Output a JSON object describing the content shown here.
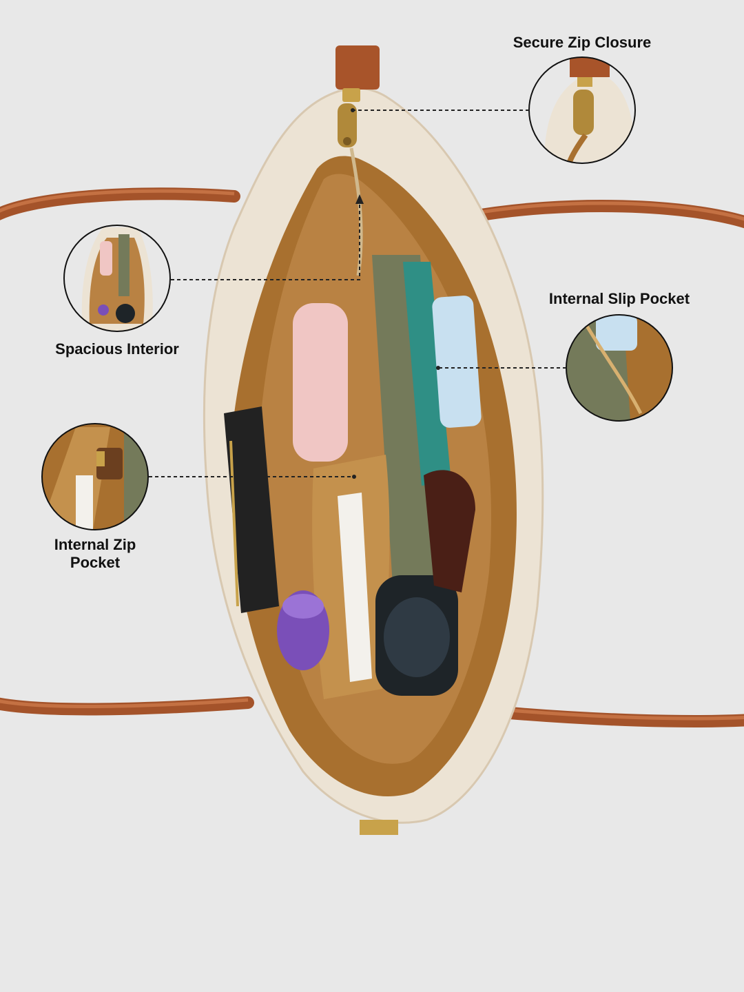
{
  "callouts": {
    "zip_closure": "Secure Zip Closure",
    "spacious_interior": "Spacious Interior",
    "slip_pocket": "Internal Slip Pocket",
    "zip_pocket_line1": "Internal Zip",
    "zip_pocket_line2": "Pocket"
  },
  "colors": {
    "background": "#e8e8e8",
    "handle_tan": "#a8542a",
    "bag_cream": "#ece3d4",
    "lining_brown": "#a8702f",
    "zipper_gold": "#c8a24a"
  }
}
